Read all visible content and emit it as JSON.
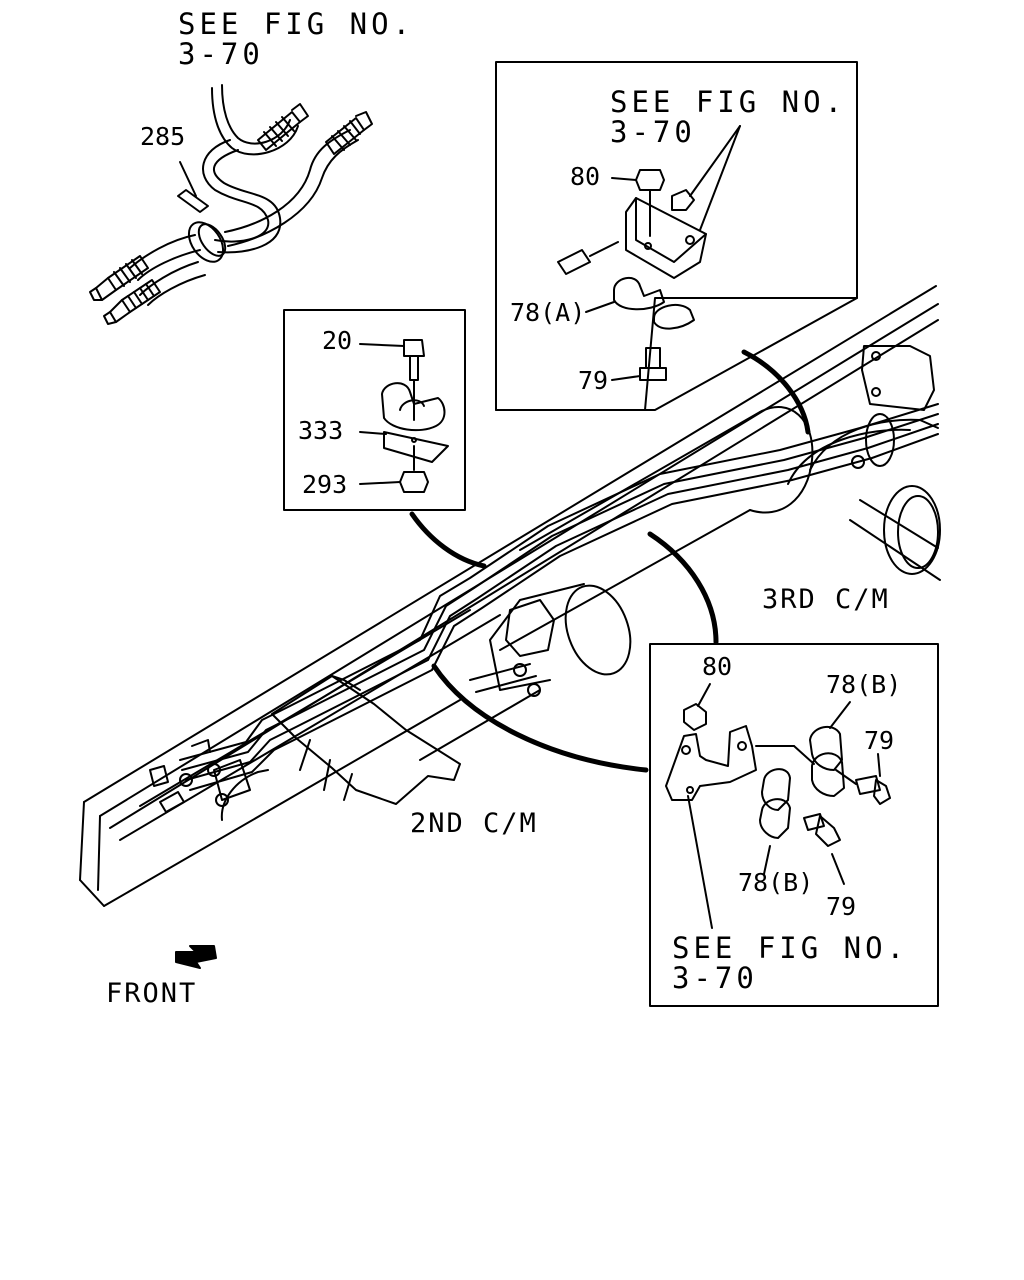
{
  "labels": {
    "see_fig_top": [
      "SEE FIG NO.",
      "3-70"
    ],
    "see_fig_box1": [
      "SEE FIG NO.",
      "3-70"
    ],
    "see_fig_box3": [
      "SEE FIG NO.",
      "3-70"
    ],
    "part_285": "285",
    "part_80_box1": "80",
    "part_78a": "78(A)",
    "part_79_box1": "79",
    "part_20": "20",
    "part_333": "333",
    "part_293": "293",
    "part_80_box3": "80",
    "part_78b_top": "78(B)",
    "part_79_right": "79",
    "part_78b_bottom": "78(B)",
    "part_79_bottom": "79",
    "third_cm": "3RD C/M",
    "second_cm": "2ND C/M",
    "front": "FRONT"
  }
}
